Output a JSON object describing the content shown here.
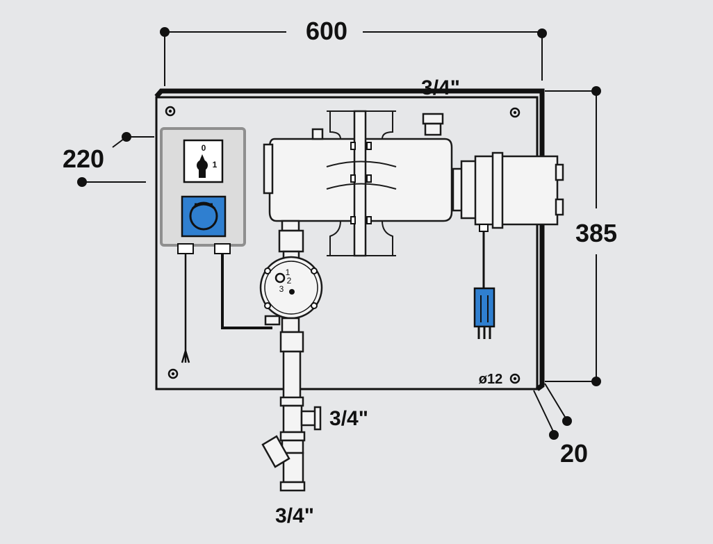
{
  "dimensions": {
    "width": "600",
    "height": "385",
    "depth": "20",
    "box_depth": "220",
    "hole": "ø12"
  },
  "fittings": {
    "top_outlet": "3/4\"",
    "side_outlet": "3/4\"",
    "bottom_inlet": "3/4\""
  },
  "selector_switch": {
    "position_off": "0",
    "position_on": "1"
  },
  "pump_speed": {
    "s1": "1",
    "s2": "2",
    "s3": "3"
  },
  "colors": {
    "background": "#e6e7e9",
    "panel": "#e6e7e9",
    "accent_blue": "#2f7fd0",
    "switch_box": "#dcdcdc",
    "line": "#111111"
  }
}
